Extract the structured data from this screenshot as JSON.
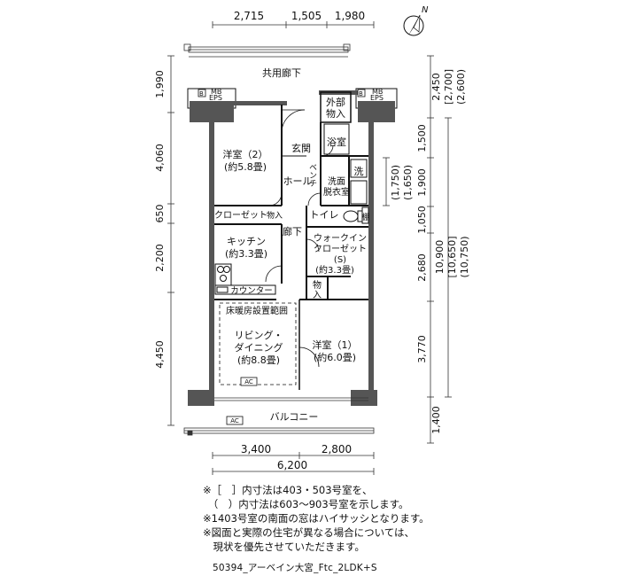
{
  "top_dims": [
    "2,715",
    "1,505",
    "1,980"
  ],
  "bottom_dims": [
    "3,400",
    "2,800"
  ],
  "bottom_total": "6,200",
  "left_dims": [
    "1,990",
    "4,060",
    "650",
    "2,200",
    "4,450"
  ],
  "right_dims": [
    "2,450",
    "1,500",
    "1,900",
    "1,050",
    "2,680",
    "3,770",
    "1,400"
  ],
  "right_alt": {
    "top_a": "[2,700]",
    "top_b": "(2,600)",
    "mid_a": "(1,750)",
    "mid_b": "(1,650)",
    "total": "10,900",
    "total_a": "[10,650]",
    "total_b": "(10,750)"
  },
  "north": "N",
  "labels": {
    "corridor": "共用廊下",
    "mb_left": "MB",
    "b_left": "B",
    "eps_left": "EPS",
    "mb_right": "MB",
    "b_right": "B",
    "eps_right": "EPS",
    "storage_out": "外部\n物入",
    "western2": "洋室（2）",
    "western2_size": "(約5.8畳)",
    "entrance": "玄関",
    "bench": "ベンチ",
    "bath": "浴室",
    "wash_machine": "洗",
    "washroom": "洗面\n脱衣室",
    "hall": "ホール",
    "closet": "クローゼット",
    "closet_storage": "物入",
    "toilet": "トイレ",
    "corridor2": "廊下",
    "wic": "ウォークイン\nクローゼット\n(S)",
    "wic_size": "(約3.3畳)",
    "kitchen": "キッチン",
    "kitchen_size": "(約3.3畳)",
    "counter": "カウンター",
    "storage_small": "物\n入",
    "floor_heating": "床暖房設置範囲",
    "living": "リビング・\nダイニング",
    "living_size": "(約8.8畳)",
    "western1": "洋室（1）",
    "western1_size": "(約6.0畳)",
    "ac1": "AC",
    "ac2": "AC",
    "balcony": "バルコニー",
    "shelf": "棚"
  },
  "notes": [
    "※［　］内寸法は403・503号室を、",
    "　（　）内寸法は603～903号室を示します。",
    "※1403号室の南面の窓はハイサッシとなります。",
    "※図面と実際の住宅が異なる場合については、",
    "　現状を優先させていただきます。"
  ],
  "caption": "50394_アーベイン大宮_Ftc_2LDK+S"
}
